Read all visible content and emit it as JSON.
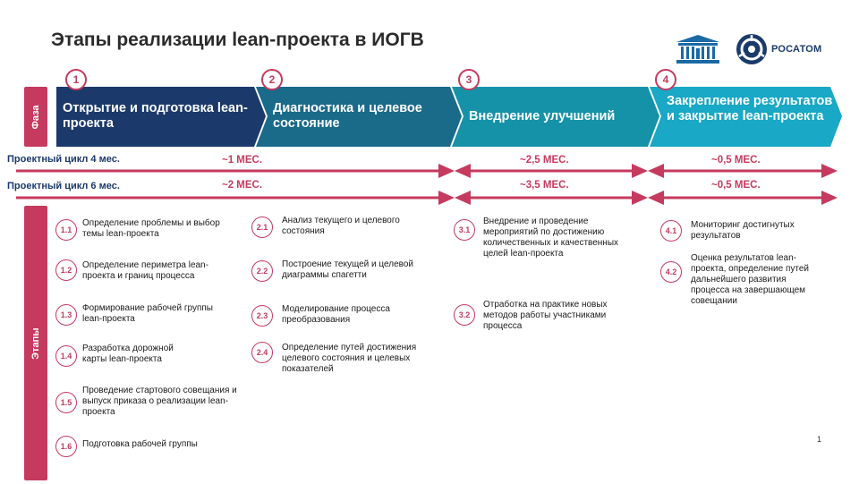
{
  "title": "Этапы реализации lean-проекта в ИОГВ",
  "logos": {
    "rosatom_text": "РОСАТОМ"
  },
  "side_labels": {
    "phase": "Фаза",
    "stages": "Этапы"
  },
  "phases": [
    {
      "num": "1",
      "title": "Открытие и подготовка lean-проекта",
      "color": "#1b3a6b"
    },
    {
      "num": "2",
      "title": "Диагностика и целевое состояние",
      "color": "#1a6a8a"
    },
    {
      "num": "3",
      "title": "Внедрение улучшений",
      "color": "#1592a8"
    },
    {
      "num": "4",
      "title": "Закрепление результатов и закрытие lean-проекта",
      "color": "#19a8c6"
    }
  ],
  "cycles": [
    {
      "label": "Проектный цикл 4 мес.",
      "durations": [
        "~1 МЕС.",
        "~2,5 МЕС.",
        "~0,5 МЕС."
      ]
    },
    {
      "label": "Проектный цикл 6 мес.",
      "durations": [
        "~2 МЕС.",
        "~3,5 МЕС.",
        "~0,5 МЕС."
      ]
    }
  ],
  "stages": [
    [
      {
        "num": "1.1",
        "text": "Определение проблемы и выбор темы lean-проекта"
      },
      {
        "num": "1.2",
        "text": "Определение периметра lean-проекта и границ процесса"
      },
      {
        "num": "1.3",
        "text": "Формирование рабочей группы lean-проекта"
      },
      {
        "num": "1.4",
        "text": "Разработка дорожной карты lean-проекта"
      },
      {
        "num": "1.5",
        "text": "Проведение стартового совещания и выпуск приказа о реализации lean-проекта"
      },
      {
        "num": "1.6",
        "text": "Подготовка рабочей группы"
      }
    ],
    [
      {
        "num": "2.1",
        "text": "Анализ текущего и целевого состояния"
      },
      {
        "num": "2.2",
        "text": "Построение текущей и целевой диаграммы спагетти"
      },
      {
        "num": "2.3",
        "text": "Моделирование процесса преобразования"
      },
      {
        "num": "2.4",
        "text": "Определение путей достижения целевого состояния и целевых показателей"
      }
    ],
    [
      {
        "num": "3.1",
        "text": "Внедрение и проведение мероприятий по достижению количественных и качественных целей lean-проекта"
      },
      {
        "num": "3.2",
        "text": "Отработка на практике новых методов работы участниками процесса"
      }
    ],
    [
      {
        "num": "4.1",
        "text": "Мониторинг достигнутых результатов"
      },
      {
        "num": "4.2",
        "text": "Оценка результатов lean-проекта, определение путей дальнейшего развития процесса на завершающем совещании"
      }
    ]
  ],
  "page_number": "1",
  "accent": "#c53a5e"
}
